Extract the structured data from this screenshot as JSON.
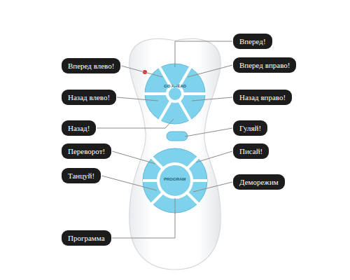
{
  "diagram": {
    "nodes": [
      {
        "text": [
          "Вперед!"
        ]
      },
      {
        "text": [
          "Вперед влево!"
        ]
      },
      {
        "text": [
          "Вперед вправо!"
        ]
      },
      {
        "text": [
          "Назад влево!"
        ]
      },
      {
        "text": [
          "Назад вправо!"
        ]
      },
      {
        "text": [
          "Назад!"
        ]
      },
      {
        "text": [
          "Гуляй!"
        ]
      },
      {
        "text": [
          "Переворот!"
        ]
      },
      {
        "text": [
          "Писай!"
        ]
      },
      {
        "text": [
          "Танцуй!"
        ]
      },
      {
        "text": [
          "Деморежим"
        ]
      },
      {
        "text": [
          "Программа"
        ]
      }
    ],
    "labels": [
      "GO AHEAD",
      "PROGRAM"
    ]
  }
}
